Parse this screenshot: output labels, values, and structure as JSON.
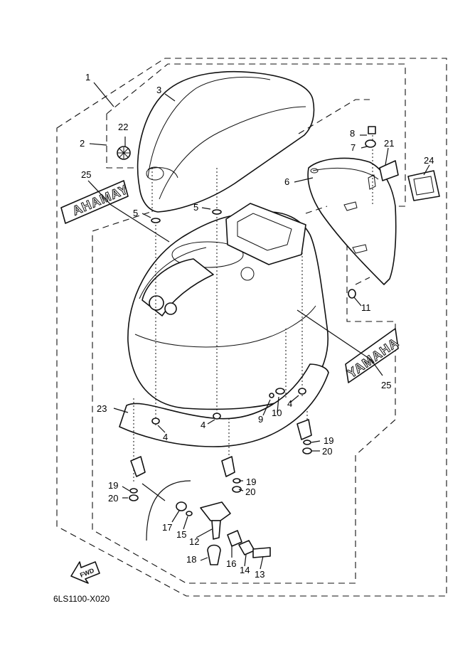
{
  "diagram_code": "6LS1100-X020",
  "fwd_label": "FWD",
  "decal_text": "YAMAHA",
  "callouts": {
    "c1": "1",
    "c2": "2",
    "c3": "3",
    "c4a": "4",
    "c4b": "4",
    "c4c": "4",
    "c5a": "5",
    "c5b": "5",
    "c6": "6",
    "c7": "7",
    "c8": "8",
    "c9": "9",
    "c10": "10",
    "c11": "11",
    "c12": "12",
    "c13": "13",
    "c14": "14",
    "c15": "15",
    "c16": "16",
    "c17": "17",
    "c18": "18",
    "c19a": "19",
    "c19b": "19",
    "c19c": "19",
    "c20a": "20",
    "c20b": "20",
    "c20c": "20",
    "c21": "21",
    "c22": "22",
    "c23": "23",
    "c24": "24",
    "c25a": "25",
    "c25b": "25"
  }
}
